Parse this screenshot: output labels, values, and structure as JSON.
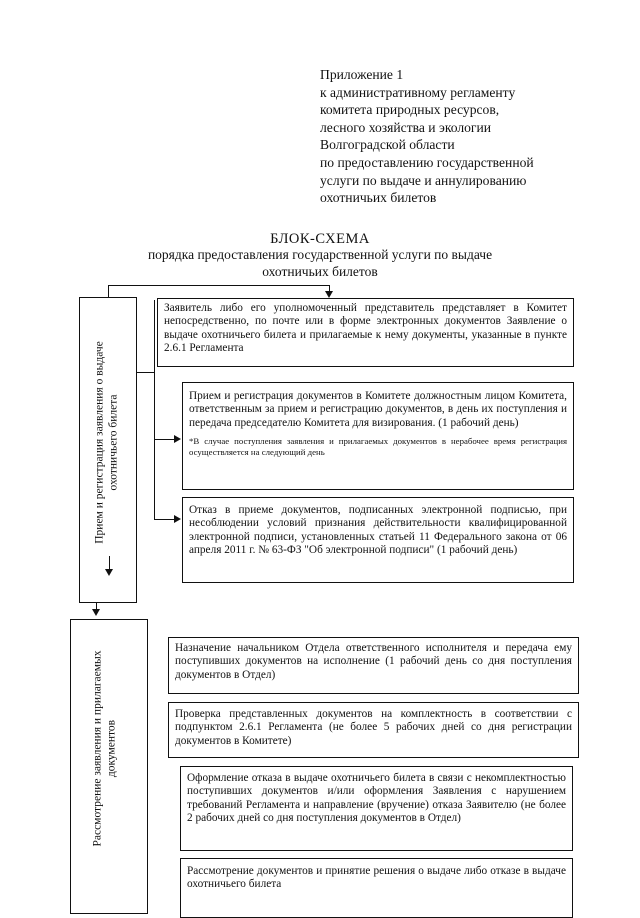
{
  "appendix": {
    "lines": [
      "Приложение 1",
      "к административному регламенту",
      "комитета природных ресурсов,",
      "лесного хозяйства и экологии",
      "Волгоградской области",
      "по предоставлению государственной",
      "услуги по выдаче и аннулированию",
      "охотничьих билетов"
    ]
  },
  "title": {
    "main": "БЛОК-СХЕМА",
    "sub1": "порядка предоставления государственной услуги по выдаче",
    "sub2": "охотничьих билетов"
  },
  "section1": {
    "label1": "Прием и регистрация заявления о выдаче",
    "label2": "охотничьего билета"
  },
  "section2": {
    "label1": "Рассмотрение заявления и прилагаемых",
    "label2": "документов"
  },
  "boxes": {
    "b1": "Заявитель либо его уполномоченный представитель представляет в Комитет непосредственно, по почте или в форме электронных документов Заявление о выдаче охотничьего билета и прилагаемые к нему документы, указанные в пункте 2.6.1 Регламента",
    "b2": "Прием и регистрация документов в Комитете должностным лицом Комитета, ответственным за прием и регистрацию документов, в день их поступления и передача председателю Комитета для визирования. (1 рабочий день)",
    "b2_note": "*В случае поступления заявления и прилагаемых документов в нерабочее время регистрация осуществляется на следующий день",
    "b3": "Отказ в приеме документов, подписанных электронной подписью, при несоблюдении условий признания действительности квалифицированной электронной подписи, установленных статьей 11 Федерального закона от 06 апреля 2011 г. № 63-ФЗ \"Об электронной подписи\" (1 рабочий день)",
    "b4": "Назначение начальником Отдела ответственного исполнителя и передача ему поступивших документов на исполнение (1 рабочий день со дня поступления документов в Отдел)",
    "b5": "Проверка представленных документов на комплектность в соответствии с подпунктом 2.6.1 Регламента (не более 5 рабочих дней со дня регистрации документов в Комитете)",
    "b6": "Оформление отказа в выдаче охотничьего билета в связи с некомплектностью поступивших документов и/или оформления Заявления с нарушением требований Регламента и направление (вручение) отказа Заявителю (не более 2 рабочих дней со дня поступления документов в Отдел)",
    "b7": "Рассмотрение документов и принятие решения о выдаче либо отказе в выдаче охотничьего билета"
  }
}
